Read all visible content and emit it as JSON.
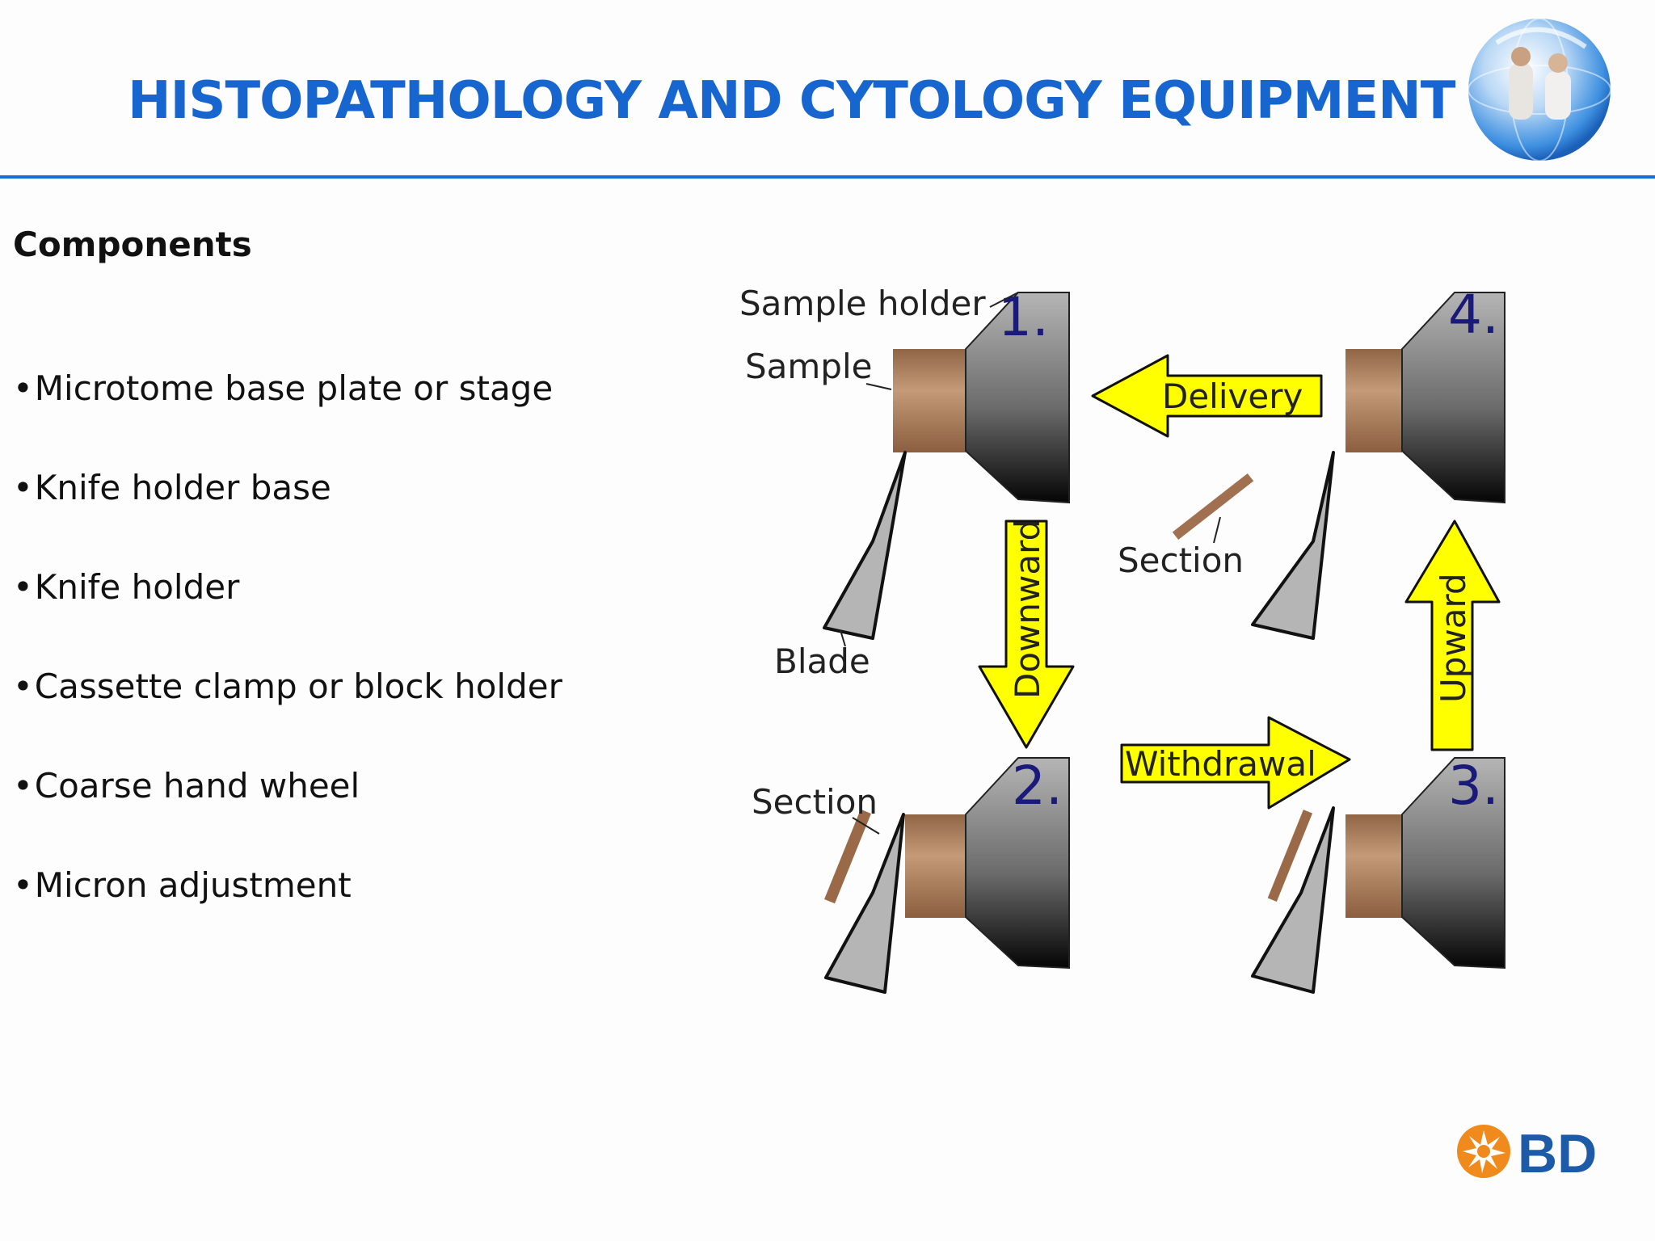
{
  "slide": {
    "title": "HISTOPATHOLOGY AND CYTOLOGY EQUIPMENT",
    "components_heading": "Components",
    "components": [
      "Microtome base plate or stage",
      "Knife holder base",
      "Knife holder",
      "Cassette clamp or block holder",
      "Coarse hand wheel",
      "Micron adjustment"
    ],
    "bullet_char": "•"
  },
  "diagram": {
    "labels": {
      "sample_holder": "Sample holder",
      "sample": "Sample",
      "blade": "Blade",
      "section_top": "Section",
      "section_bottom": "Section"
    },
    "steps": [
      "1.",
      "2.",
      "3.",
      "4."
    ],
    "arrows": {
      "delivery": "Delivery",
      "downward": "Downward",
      "withdrawal": "Withdrawal",
      "upward": "Upward"
    },
    "colors": {
      "arrow_fill": "#ffff00",
      "sample_brown": "#a57a5a",
      "holder_gray": "#7a7a7a",
      "blade_gray": "#b5b5b5",
      "step_number": "#1a1a7a"
    }
  },
  "branding": {
    "logo_text": "BD",
    "title_color": "#1766d0",
    "bd_orange": "#f08a1c",
    "bd_blue": "#1d5aa8"
  }
}
